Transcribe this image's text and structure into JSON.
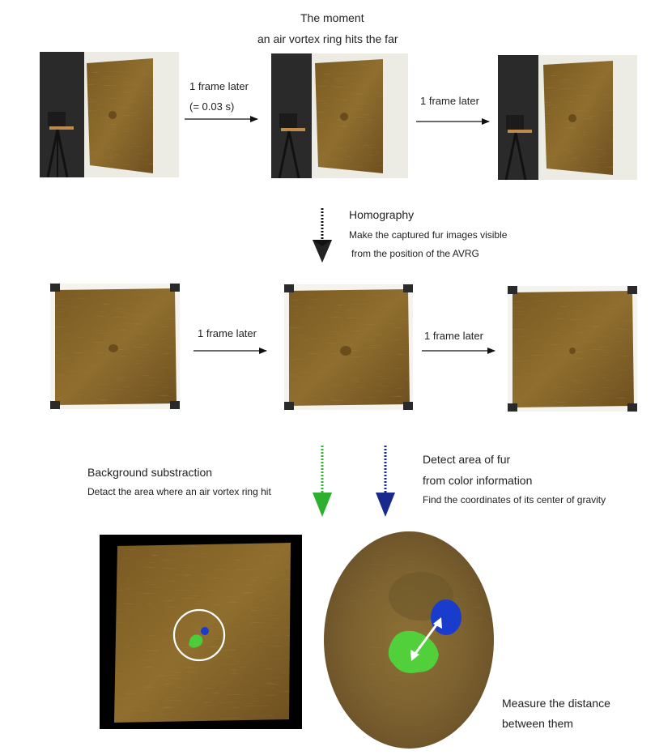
{
  "top_caption": {
    "line1": "The moment",
    "line2": "an air vortex ring hits the far"
  },
  "row1": {
    "arrow1_label_line1": "1 frame later",
    "arrow1_label_line2": "(= 0.03 s)",
    "arrow2_label": "1 frame later"
  },
  "homography": {
    "title": "Homography",
    "line1": "Make the captured fur images visible",
    "line2": "from the position of the AVRG"
  },
  "row2": {
    "arrow1_label": "1 frame later",
    "arrow2_label": "1 frame later"
  },
  "background_subtraction": {
    "title": "Background substraction",
    "desc": "Detact the area where an air vortex ring hit"
  },
  "detect_fur": {
    "line1": "Detect area of fur",
    "line2": "from color information",
    "line3": "Find the coordinates of its center of gravity"
  },
  "measure": {
    "line1": "Measure the distance",
    "line2": "between them"
  },
  "colors": {
    "fur": "#8a6a2a",
    "fur_dark": "#5e4418",
    "green_arrow": "#2db02d",
    "blue_arrow": "#1a2a8a",
    "green_blob": "#4ccc3a",
    "blue_dot": "#1a3ccc",
    "black_arrow": "#111111"
  }
}
